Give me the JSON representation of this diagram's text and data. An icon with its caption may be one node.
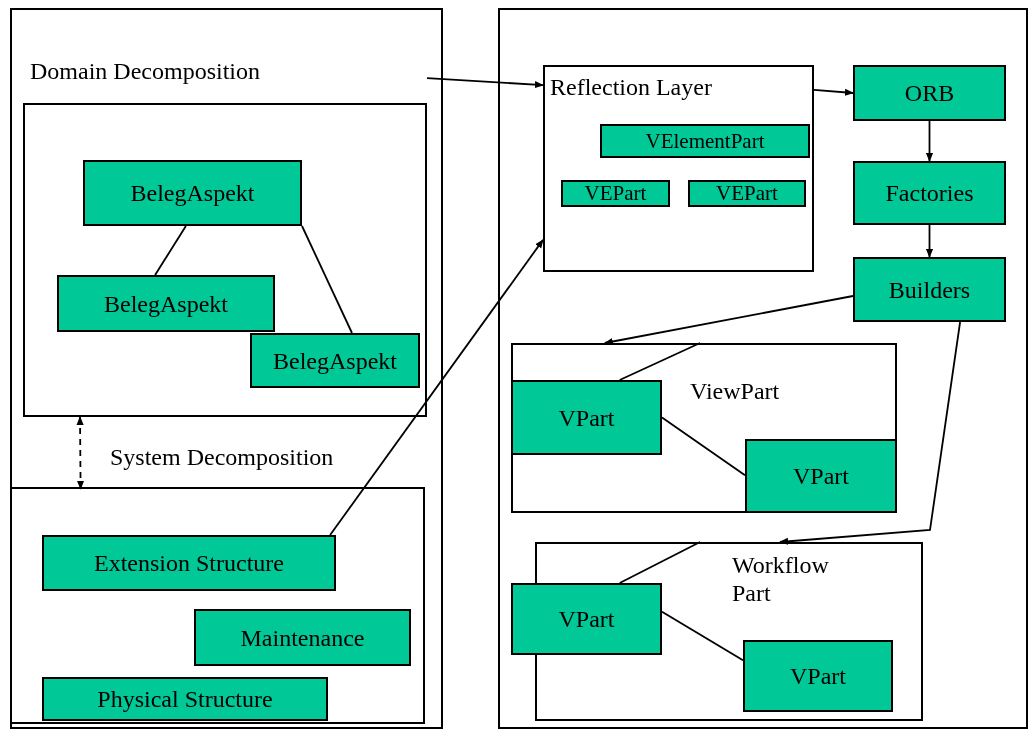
{
  "diagram": {
    "nodes": [
      {
        "text": [],
        "shape": "box"
      },
      {
        "text": [
          "Domain Decomposition"
        ],
        "in": 0
      },
      {
        "text": [
          "BelegAspekt"
        ],
        "in": 1
      },
      {
        "text": [
          "BelegAspekt"
        ],
        "in": 1
      },
      {
        "text": [
          "BelegAspekt"
        ],
        "in": 1
      },
      {
        "text": [
          "System Decomposition"
        ],
        "in": 0
      },
      {
        "text": [
          "Extension Structure"
        ],
        "in": 5
      },
      {
        "text": [
          "Maintenance"
        ],
        "in": 5
      },
      {
        "text": [
          "Physical Structure"
        ],
        "in": 5
      },
      {
        "text": [],
        "shape": "box"
      },
      {
        "text": [
          "Reflection Layer"
        ],
        "in": 9
      },
      {
        "text": [
          "VElementPart"
        ],
        "in": 10
      },
      {
        "text": [
          "VEPart"
        ],
        "in": 10
      },
      {
        "text": [
          "VEPart"
        ],
        "in": 10
      },
      {
        "text": [
          "ORB"
        ],
        "in": 9
      },
      {
        "text": [
          "Factories"
        ],
        "in": 9
      },
      {
        "text": [
          "Builders"
        ],
        "in": 9
      },
      {
        "text": [
          "ViewPart"
        ],
        "in": 9
      },
      {
        "text": [
          "VPart"
        ],
        "in": 17
      },
      {
        "text": [
          "VPart"
        ],
        "in": 17
      },
      {
        "text": [
          "Workflow Part"
        ],
        "in": 9
      },
      {
        "text": [
          "VPart"
        ],
        "in": 20
      },
      {
        "text": [
          "VPart"
        ],
        "in": 20
      }
    ],
    "edges": [
      {
        "from": 1,
        "to": 10,
        "arrow": "to"
      },
      {
        "from": 10,
        "to": 14,
        "arrow": "to"
      },
      {
        "from": 14,
        "to": 15,
        "arrow": "to"
      },
      {
        "from": 15,
        "to": 16,
        "arrow": "to"
      },
      {
        "from": 16,
        "to": 17,
        "arrow": "to"
      },
      {
        "from": 17,
        "to": 18,
        "arrow": "none"
      },
      {
        "from": 18,
        "to": 19,
        "arrow": "none"
      },
      {
        "from": 16,
        "to": 20,
        "arrow": "to"
      },
      {
        "from": 20,
        "to": 21,
        "arrow": "none"
      },
      {
        "from": 21,
        "to": 22,
        "arrow": "none"
      },
      {
        "from": 2,
        "to": 3,
        "arrow": "none"
      },
      {
        "from": 2,
        "to": 4,
        "arrow": "none"
      },
      {
        "from": 6,
        "to": 10,
        "arrow": "to"
      },
      {
        "from": 1,
        "to": 5,
        "arrow": "both",
        "style": "dashed"
      }
    ]
  }
}
